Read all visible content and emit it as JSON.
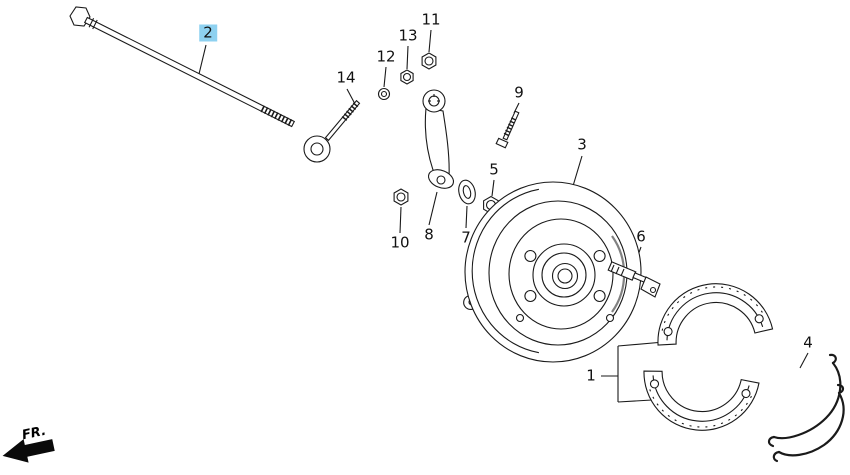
{
  "labels": [
    {
      "id": "2",
      "selected": true
    },
    {
      "id": "14",
      "selected": false
    },
    {
      "id": "12",
      "selected": false
    },
    {
      "id": "13",
      "selected": false
    },
    {
      "id": "11",
      "selected": false
    },
    {
      "id": "9",
      "selected": false
    },
    {
      "id": "10",
      "selected": false
    },
    {
      "id": "8",
      "selected": false
    },
    {
      "id": "7",
      "selected": false
    },
    {
      "id": "5",
      "selected": false
    },
    {
      "id": "3",
      "selected": false
    },
    {
      "id": "6",
      "selected": false
    },
    {
      "id": "1",
      "selected": false
    },
    {
      "id": "4",
      "selected": false
    }
  ],
  "fr_label": "FR.",
  "colors": {
    "highlight": "#8ed1f0",
    "line": "#1a1a1a",
    "background": "#ffffff"
  }
}
